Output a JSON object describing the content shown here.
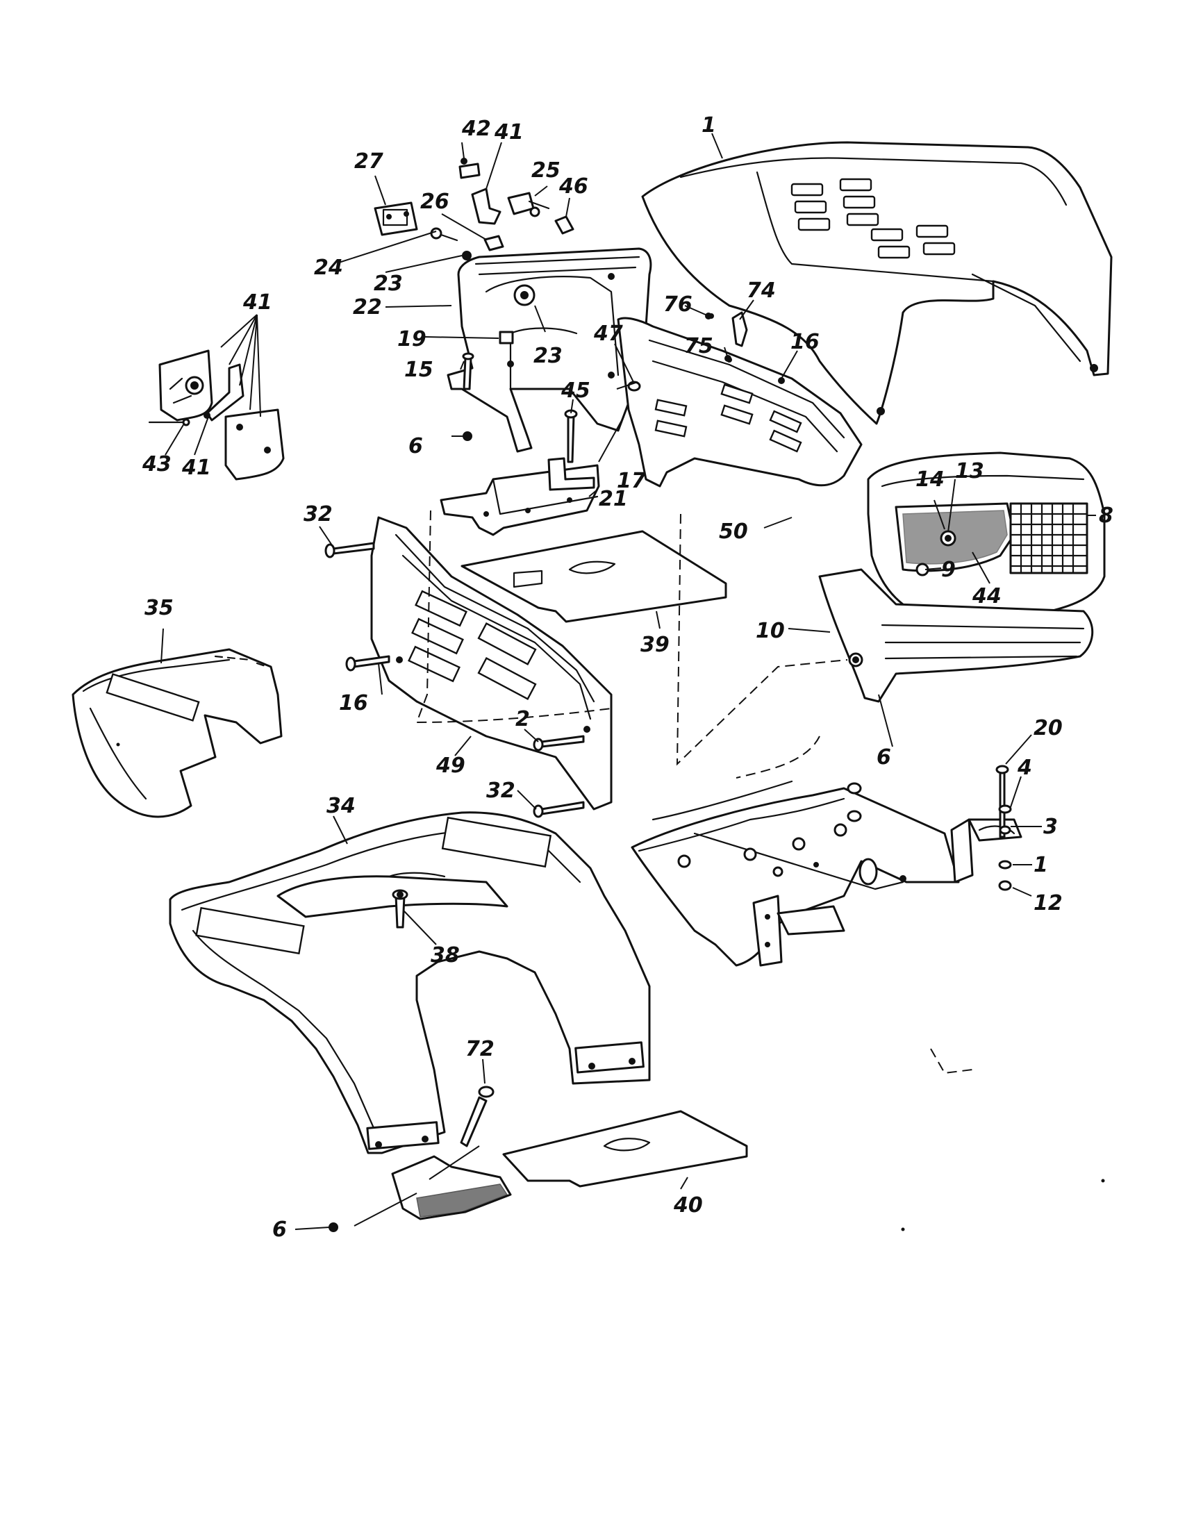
{
  "callouts": [
    {
      "id": "c1a",
      "text": "1"
    },
    {
      "id": "c42",
      "text": "42"
    },
    {
      "id": "c41a",
      "text": "41"
    },
    {
      "id": "c27",
      "text": "27"
    },
    {
      "id": "c25",
      "text": "25"
    },
    {
      "id": "c46",
      "text": "46"
    },
    {
      "id": "c26",
      "text": "26"
    },
    {
      "id": "c24",
      "text": "24"
    },
    {
      "id": "c23a",
      "text": "23"
    },
    {
      "id": "c22",
      "text": "22"
    },
    {
      "id": "c19",
      "text": "19"
    },
    {
      "id": "c23b",
      "text": "23"
    },
    {
      "id": "c15",
      "text": "15"
    },
    {
      "id": "c41b",
      "text": "41"
    },
    {
      "id": "c43",
      "text": "43"
    },
    {
      "id": "c41c",
      "text": "41"
    },
    {
      "id": "c76",
      "text": "76"
    },
    {
      "id": "c74",
      "text": "74"
    },
    {
      "id": "c75",
      "text": "75"
    },
    {
      "id": "c16a",
      "text": "16"
    },
    {
      "id": "c47",
      "text": "47"
    },
    {
      "id": "c45",
      "text": "45"
    },
    {
      "id": "c6a",
      "text": "6"
    },
    {
      "id": "c17",
      "text": "17"
    },
    {
      "id": "c21",
      "text": "21"
    },
    {
      "id": "c14",
      "text": "14"
    },
    {
      "id": "c13",
      "text": "13"
    },
    {
      "id": "c8",
      "text": "8"
    },
    {
      "id": "c50",
      "text": "50"
    },
    {
      "id": "c32a",
      "text": "32"
    },
    {
      "id": "c9",
      "text": "9"
    },
    {
      "id": "c44",
      "text": "44"
    },
    {
      "id": "c35",
      "text": "35"
    },
    {
      "id": "c39",
      "text": "39"
    },
    {
      "id": "c10",
      "text": "10"
    },
    {
      "id": "c16b",
      "text": "16"
    },
    {
      "id": "c2",
      "text": "2"
    },
    {
      "id": "c49",
      "text": "49"
    },
    {
      "id": "c6b",
      "text": "6"
    },
    {
      "id": "c20",
      "text": "20"
    },
    {
      "id": "c4",
      "text": "4"
    },
    {
      "id": "c32b",
      "text": "32"
    },
    {
      "id": "c34",
      "text": "34"
    },
    {
      "id": "c3",
      "text": "3"
    },
    {
      "id": "c1b",
      "text": "1"
    },
    {
      "id": "c12",
      "text": "12"
    },
    {
      "id": "c38",
      "text": "38"
    },
    {
      "id": "c72",
      "text": "72"
    },
    {
      "id": "c40",
      "text": "40"
    },
    {
      "id": "c6c",
      "text": "6"
    }
  ]
}
